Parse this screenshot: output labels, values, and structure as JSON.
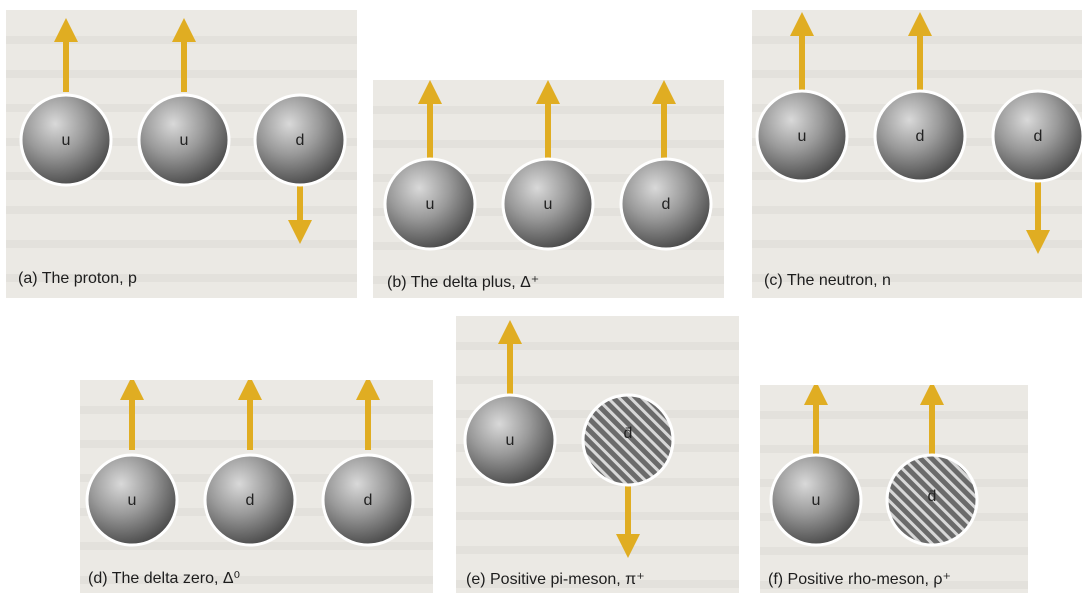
{
  "panels": [
    {
      "caption": "(a) The proton, p",
      "quarks": [
        "u",
        "u",
        "d"
      ]
    },
    {
      "caption": "(b) The delta plus, Δ⁺",
      "quarks": [
        "u",
        "u",
        "d"
      ]
    },
    {
      "caption": "(c) The neutron, n",
      "quarks": [
        "u",
        "d",
        "d"
      ]
    },
    {
      "caption": "(d) The delta zero, Δ⁰",
      "quarks": [
        "u",
        "d",
        "d"
      ]
    },
    {
      "caption": "(e) Positive pi-meson, π⁺",
      "quarks": [
        "u",
        "d̄"
      ]
    },
    {
      "caption": "(f) Positive rho-meson, ρ⁺",
      "quarks": [
        "u",
        "d̄"
      ]
    }
  ],
  "colors": {
    "arrow": "#e0ad22",
    "sphere": "#8a8a8a",
    "panel_bg": "#ebe9e4"
  }
}
